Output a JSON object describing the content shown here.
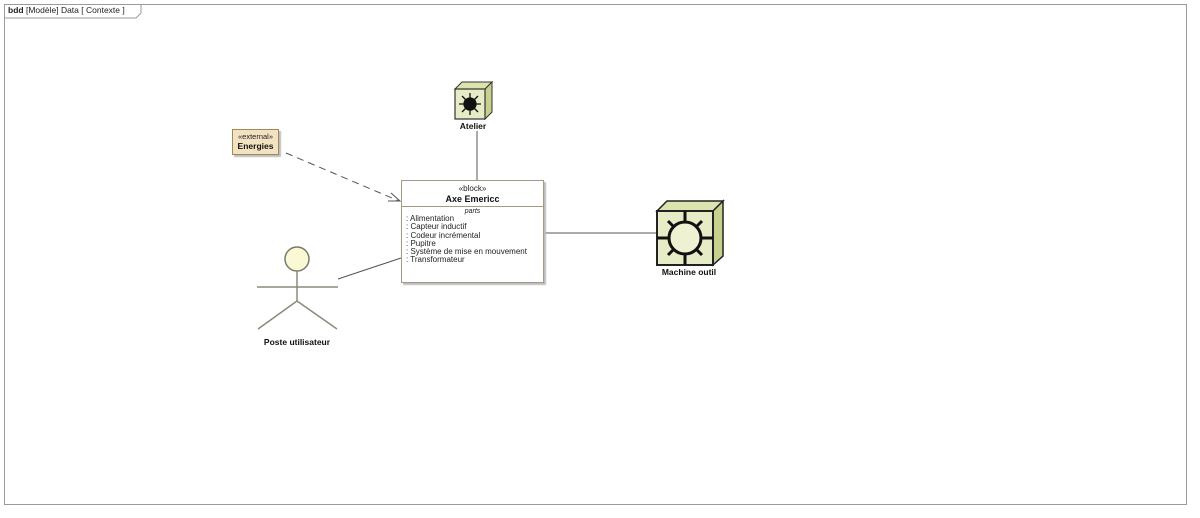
{
  "frame": {
    "kind": "bdd",
    "package": "[Modèle]",
    "name": "Data",
    "diagram": "[ Contexte ]"
  },
  "external_element": {
    "stereotype": "«external»",
    "name": "Energies"
  },
  "block": {
    "stereotype": "«block»",
    "name": "Axe Emericc",
    "compartment": "parts",
    "parts": [
      ": Alimentation",
      ": Capteur inductif",
      ": Codeur incrémental",
      ": Pupitre",
      ": Système de mise en mouvement",
      ": Transformateur"
    ]
  },
  "actors": {
    "atelier": {
      "name": "Atelier",
      "icon": "environment-sun-icon"
    },
    "machine": {
      "name": "Machine outil",
      "icon": "system-gear-icon"
    },
    "user": {
      "name": "Poste utilisateur",
      "icon": "stick-figure-icon"
    }
  },
  "colors": {
    "cube_front": "#e8ecc6",
    "cube_side": "#c8d08e",
    "external_fill": "#f2e2bf",
    "actor_head": "#fbf8d6",
    "line": "#555555"
  }
}
